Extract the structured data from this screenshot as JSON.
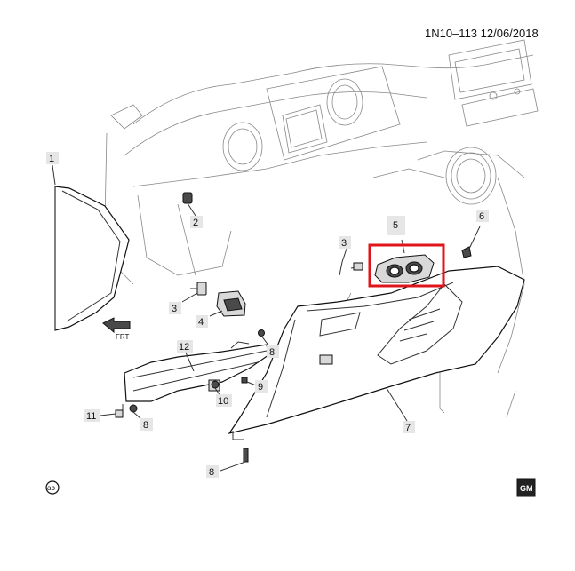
{
  "header": {
    "code": "1N10–113  12/06/2018"
  },
  "callouts": {
    "c1": "1",
    "c2": "2",
    "c3a": "3",
    "c3b": "3",
    "c4": "4",
    "c5": "5",
    "c6": "6",
    "c7": "7",
    "c8a": "8",
    "c8b": "8",
    "c8c": "8",
    "c9": "9",
    "c10": "10",
    "c11": "11",
    "c12": "12"
  },
  "badges": {
    "ab": "ab",
    "gm": "GM"
  },
  "colors": {
    "highlight": "#e0141b",
    "line": "#111111",
    "bubble": "#e6e6e6"
  }
}
